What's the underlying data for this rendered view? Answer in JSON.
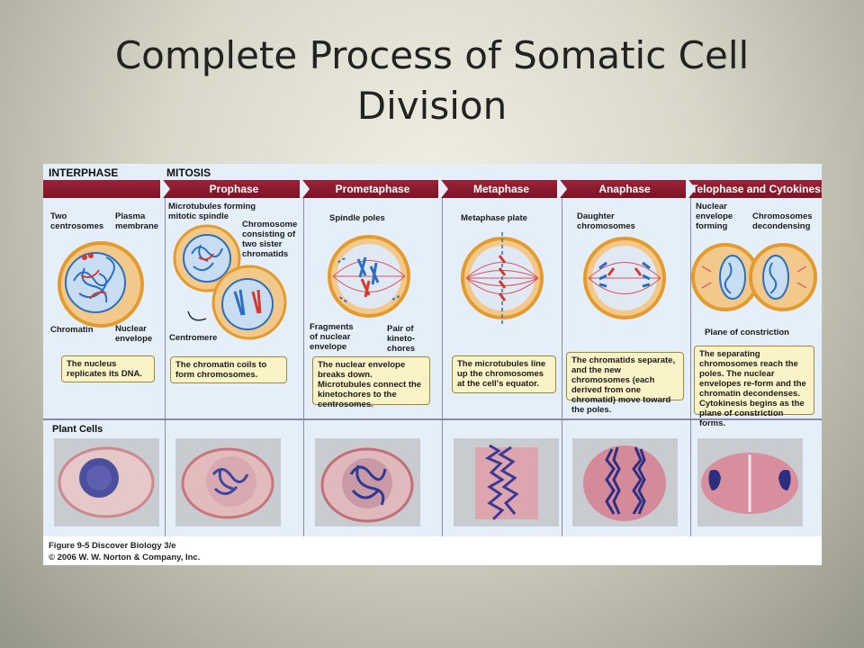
{
  "title": {
    "line1": "Complete Process of Somatic Cell",
    "line2": "Division"
  },
  "sections": {
    "interphase": "INTERPHASE",
    "mitosis": "MITOSIS"
  },
  "stages": [
    "Prophase",
    "Prometaphase",
    "Metaphase",
    "Anaphase",
    "Telophase and Cytokinesis"
  ],
  "labels": {
    "two_centrosomes": "Two\ncentrosomes",
    "plasma_membrane": "Plasma\nmembrane",
    "chromatin": "Chromatin",
    "nuclear_envelope": "Nuclear\nenvelope",
    "microtubules": "Microtubules forming\nmitotic spindle",
    "chromosome": "Chromosome\nconsisting of\ntwo sister\nchromatids",
    "centromere": "Centromere",
    "spindle_poles": "Spindle poles",
    "fragments": "Fragments\nof nuclear\nenvelope",
    "kinetochores": "Pair of\nkineto-\nchores",
    "metaphase_plate": "Metaphase plate",
    "daughter_chromosomes": "Daughter\nchromosomes",
    "nuclear_envelope_forming": "Nuclear\nenvelope\nforming",
    "chromosomes_decondensing": "Chromosomes\ndecondensing",
    "plane_of_constriction": "Plane of constriction"
  },
  "descriptions": {
    "interphase": "The nucleus replicates its DNA.",
    "prophase": "The chromatin coils to form chromosomes.",
    "prometaphase": "The nuclear envelope breaks down. Microtubules connect the kinetochores to the centrosomes.",
    "metaphase": "The microtubules line up the chromosomes at the cell's equator.",
    "anaphase": "The chromatids separate, and the new chromosomes (each derived from one chromatid) move toward the poles.",
    "telophase": "The separating chromosomes reach the poles. The nuclear envelopes re-form and the chromatin decondenses. Cytokinesis begins as the plane of constriction forms."
  },
  "plant_cells_label": "Plant Cells",
  "credit": {
    "line1": "Figure 9-5  Discover Biology 3/e",
    "line2": "© 2006 W. W. Norton & Company, Inc."
  },
  "colors": {
    "stage_bar": "#8a1a2e",
    "panel_bg": "#e4eff9",
    "desc_box": "#fbf3c8",
    "chromosome_blue": "#2a6fc0",
    "chromosome_red": "#d23a2a",
    "cell_orange": "#e8a23c"
  }
}
